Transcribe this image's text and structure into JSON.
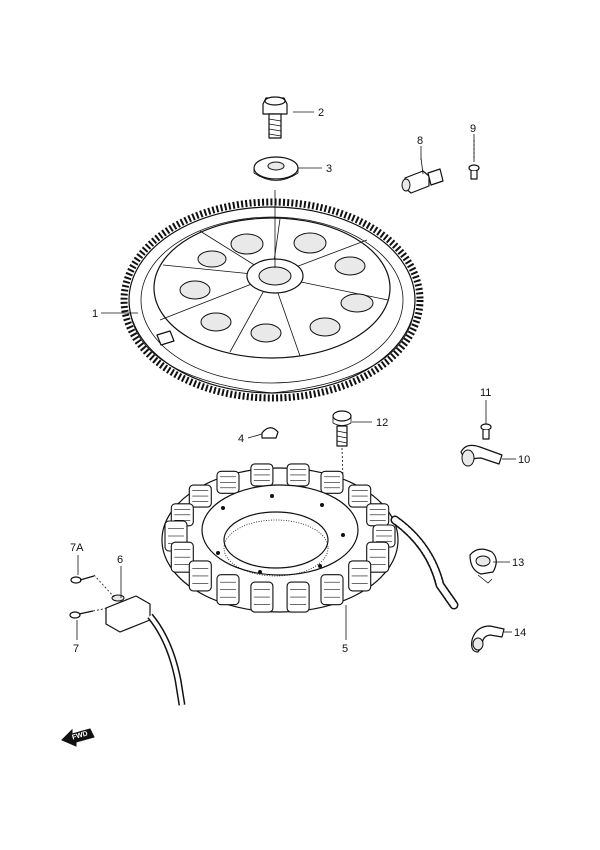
{
  "diagram": {
    "callouts": {
      "c1": "1",
      "c2": "2",
      "c3": "3",
      "c4": "4",
      "c5": "5",
      "c6": "6",
      "c7": "7",
      "c7a": "7A",
      "c8": "8",
      "c9": "9",
      "c10": "10",
      "c11": "11",
      "c12": "12",
      "c13": "13",
      "c14": "14"
    },
    "fwd_label": "FWD"
  }
}
